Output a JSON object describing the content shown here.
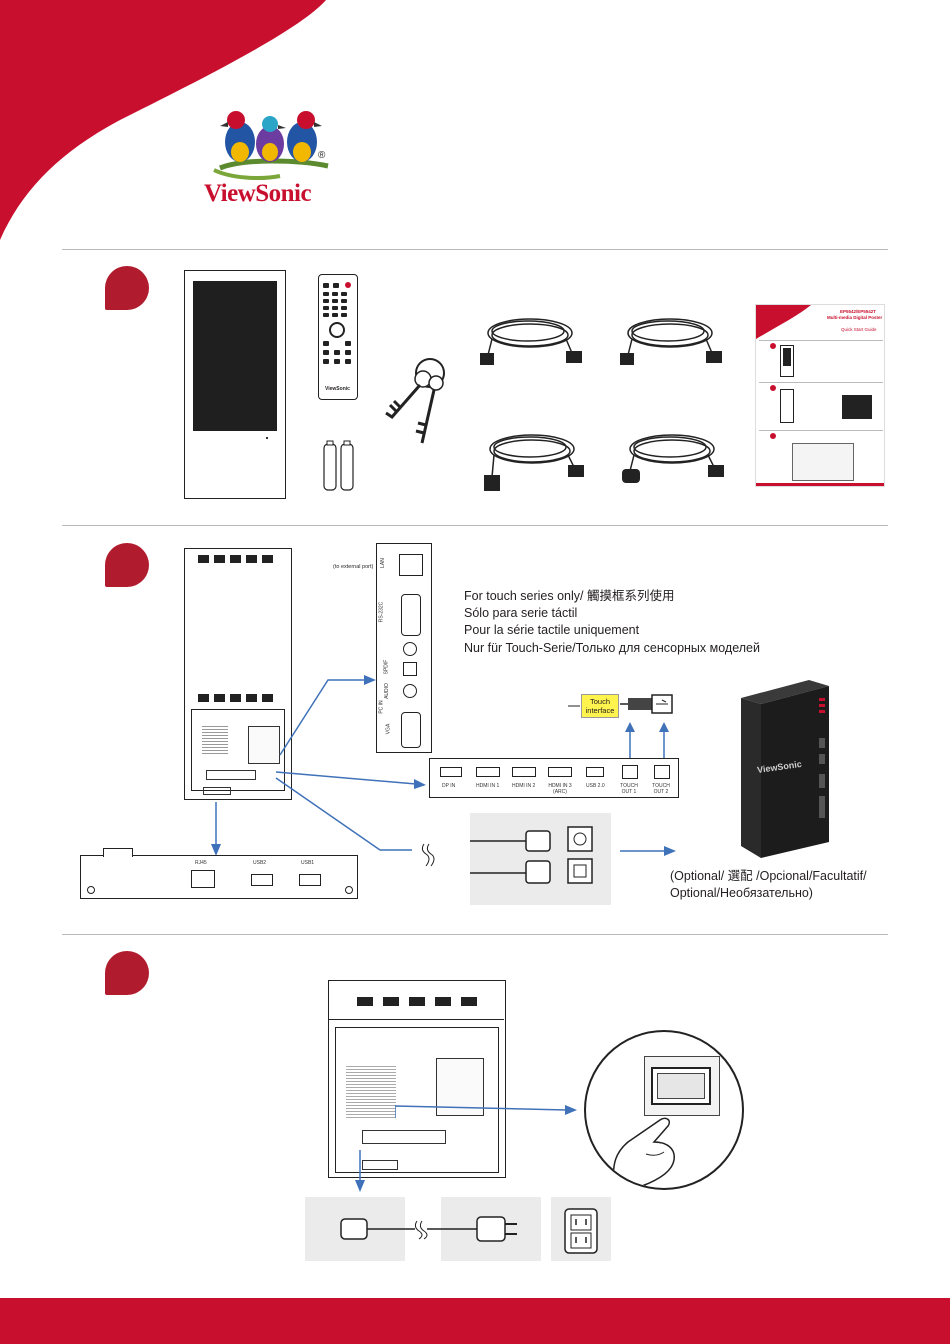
{
  "brand": {
    "name": "ViewSonic",
    "registered_mark": "®"
  },
  "colors": {
    "accent": "#b01c2e",
    "divider": "#b9b9b9",
    "panel_grey": "#ebebeb"
  },
  "section1": {
    "remote_brand": "ViewSonic",
    "qsg_header": "EP5542/EP5542T",
    "qsg_title": "Multi-media Digital Poster",
    "qsg_subtitle": "Quick Start Guide"
  },
  "section2": {
    "external_port_note": "(to external port)",
    "io_labels": [
      "LAN",
      "RS-232C",
      "SPDIF",
      "AUDIO",
      "VGA",
      "PC IN"
    ],
    "touch_notes": [
      "For touch series only/ 觸摸框系列使用",
      "Sólo para serie táctil",
      "Pour la série tactile uniquement",
      "Nur für Touch-Serie/Только для сенсорных моделей"
    ],
    "touch_interface_label": "Touch interface",
    "ports": [
      "DP IN",
      "HDMI IN 1",
      "HDMI IN 2",
      "HDMI IN 3 (ARC)",
      "USB 2.0",
      "TOUCH OUT 1",
      "TOUCH OUT 2"
    ],
    "bottom_ports": [
      "RJ45",
      "USB2",
      "USB1"
    ],
    "pc_brand": "ViewSonic",
    "optional_note_line1": "(Optional/ 選配 /Opcional/Facultatif/",
    "optional_note_line2": "Optional/Необязательно)"
  }
}
